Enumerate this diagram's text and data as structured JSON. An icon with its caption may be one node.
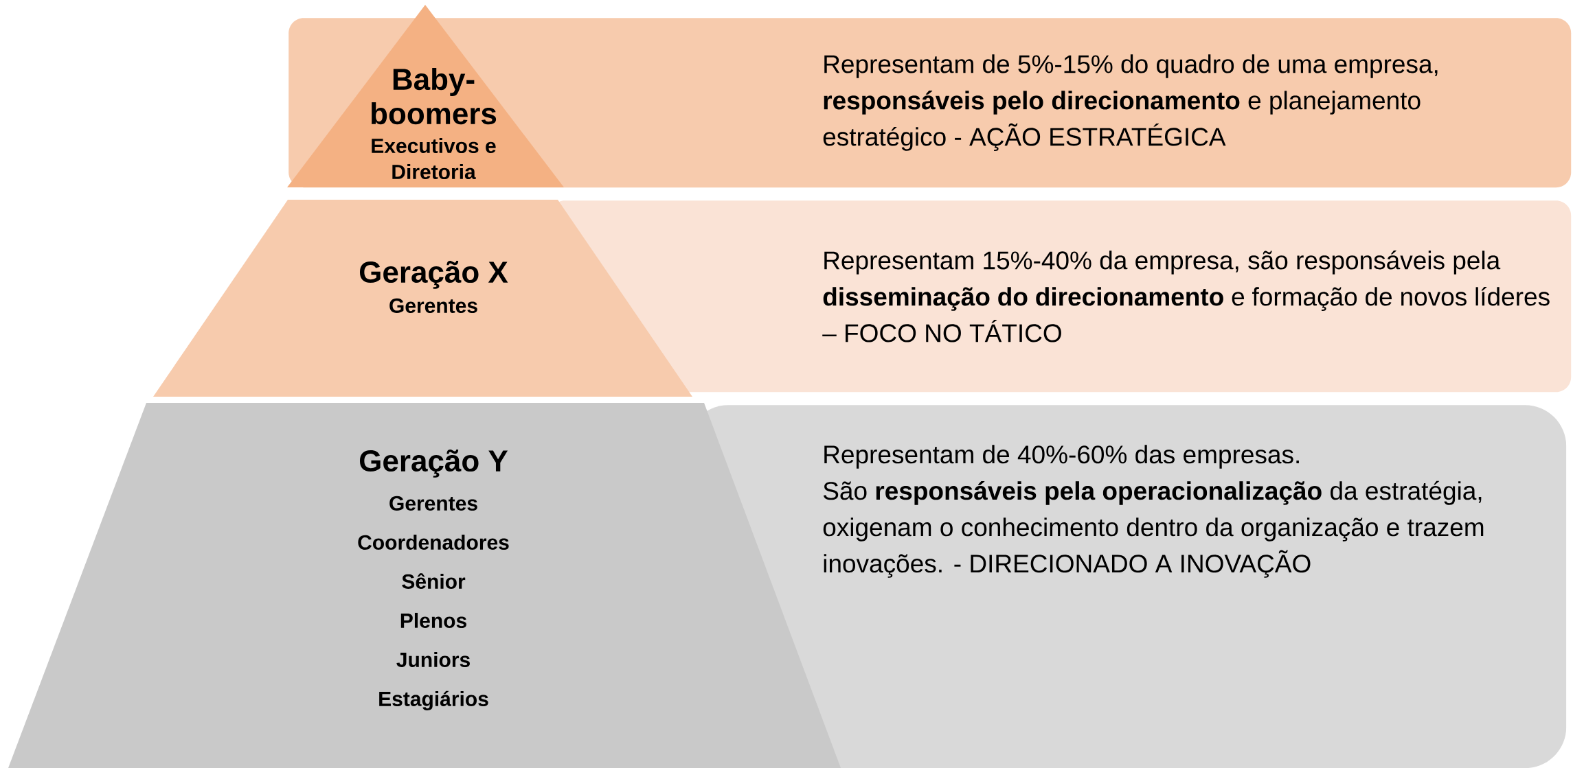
{
  "diagram": {
    "nodes": [
      {
        "text": [
          "Baby-boomers",
          "Executivos e Diretoria"
        ]
      },
      {
        "text": [
          "Representam de 5%-15% do quadro de uma empresa, **responsáveis pelo direcionamento** e planejamento estratégico -  AÇÃO ESTRATÉGICA"
        ]
      },
      {
        "text": [
          "Geração X",
          "Gerentes"
        ]
      },
      {
        "text": [
          "Representam 15%-40% da empresa, são responsáveis pela **disseminação do direcionamento** e formação de novos líderes – FOCO NO TÁTICO"
        ]
      },
      {
        "text": [
          "Geração Y",
          "Gerentes",
          "Coordenadores",
          "Sênior",
          "Plenos",
          "Juniors",
          "Estagiários"
        ]
      },
      {
        "text": [
          "Representam de 40%-60% das empresas.",
          "São **responsáveis pela operacionalização** da estratégia, oxigenam o conhecimento dentro da organização e trazem inovações.  - DIRECIONADO A INOVAÇÃO"
        ]
      }
    ]
  }
}
